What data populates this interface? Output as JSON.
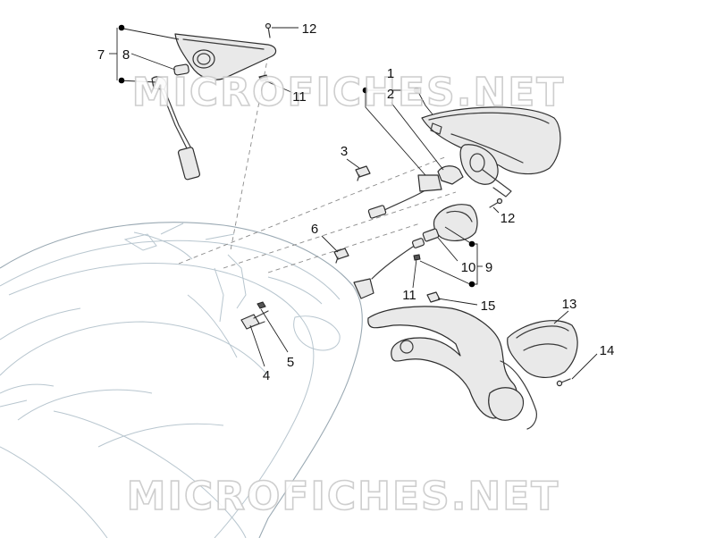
{
  "watermark": {
    "text": "MICROFICHES.NET"
  },
  "callouts": {
    "c1": "1",
    "c2": "2",
    "c3": "3",
    "c4": "4",
    "c5": "5",
    "c6": "6",
    "c7": "7",
    "c8": "8",
    "c9": "9",
    "c10": "10",
    "c11a": "11",
    "c11b": "11",
    "c12a": "12",
    "c12b": "12",
    "c13": "13",
    "c14": "14",
    "c15": "15"
  }
}
